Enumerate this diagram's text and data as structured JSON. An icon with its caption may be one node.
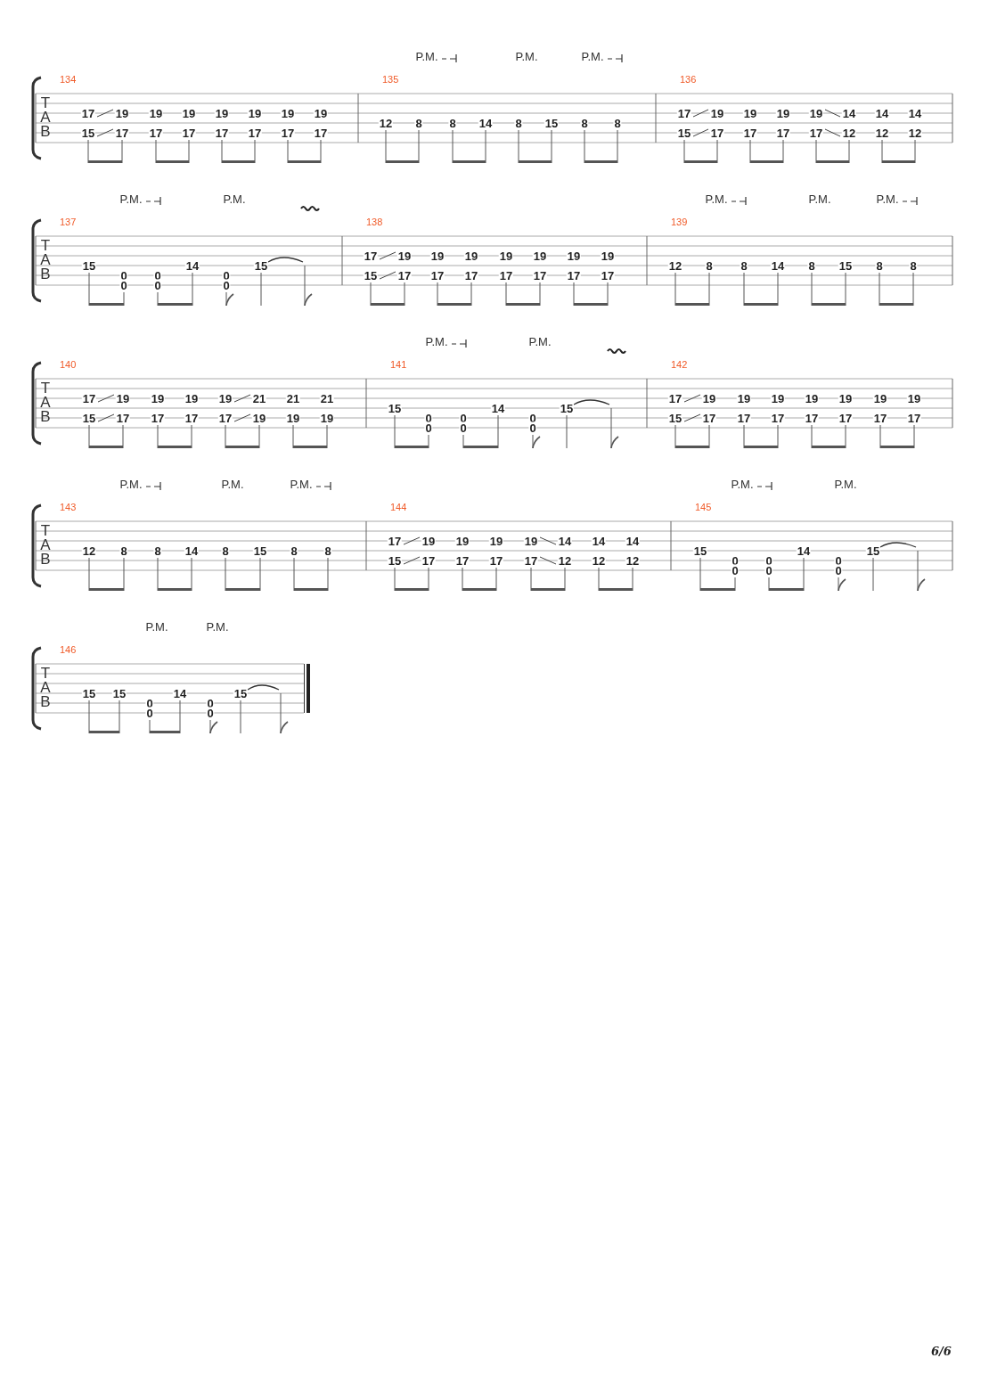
{
  "diagram": {
    "labels": [
      "P.M.",
      "P.M.",
      "P.M.",
      "TAB",
      "134",
      "17",
      "15",
      "19",
      "17",
      "19",
      "17",
      "19",
      "17",
      "19",
      "17",
      "19",
      "17",
      "19",
      "17",
      "19",
      "17",
      "135",
      "12",
      "8",
      "8",
      "14",
      "8",
      "15",
      "8",
      "8",
      "136",
      "17",
      "15",
      "19",
      "17",
      "19",
      "17",
      "19",
      "17",
      "19",
      "17",
      "14",
      "12",
      "14",
      "12",
      "14",
      "12",
      "P.M.",
      "P.M.",
      "P.M.",
      "P.M.",
      "P.M.",
      "TAB",
      "137",
      "15",
      "0",
      "0",
      "0",
      "0",
      "14",
      "0",
      "0",
      "15",
      "138",
      "17",
      "15",
      "19",
      "17",
      "19",
      "17",
      "19",
      "17",
      "19",
      "17",
      "19",
      "17",
      "19",
      "17",
      "19",
      "17",
      "139",
      "12",
      "8",
      "8",
      "14",
      "8",
      "15",
      "8",
      "8",
      "P.M.",
      "P.M.",
      "TAB",
      "140",
      "17",
      "15",
      "19",
      "17",
      "19",
      "17",
      "19",
      "17",
      "19",
      "17",
      "21",
      "19",
      "21",
      "19",
      "21",
      "19",
      "141",
      "15",
      "0",
      "0",
      "0",
      "0",
      "14",
      "0",
      "0",
      "15",
      "142",
      "17",
      "15",
      "19",
      "17",
      "19",
      "17",
      "19",
      "17",
      "19",
      "17",
      "19",
      "17",
      "19",
      "17",
      "19",
      "17",
      "P.M.",
      "P.M.",
      "P.M.",
      "P.M.",
      "P.M.",
      "TAB",
      "143",
      "12",
      "8",
      "8",
      "14",
      "8",
      "15",
      "8",
      "8",
      "144",
      "17",
      "15",
      "19",
      "17",
      "19",
      "17",
      "19",
      "17",
      "19",
      "17",
      "14",
      "12",
      "14",
      "12",
      "14",
      "12",
      "145",
      "15",
      "0",
      "0",
      "0",
      "0",
      "14",
      "0",
      "0",
      "15",
      "P.M.",
      "P.M.",
      "TAB",
      "146",
      "15",
      "15",
      "0",
      "0",
      "14",
      "0",
      "0",
      "15",
      "6/6"
    ]
  }
}
